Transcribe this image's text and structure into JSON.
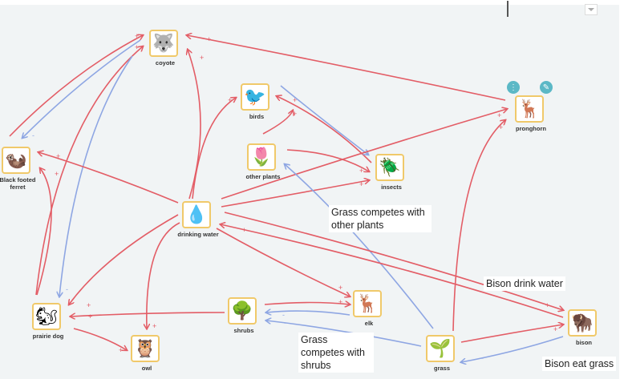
{
  "colors": {
    "positive_edge": "#e35d66",
    "negative_edge": "#8ea6e3",
    "node_border": "#f0c96a",
    "canvas_bg": "#f1f4f5",
    "tool_button": "#5bb8c6"
  },
  "nodes": [
    {
      "id": "coyote",
      "label": "coyote",
      "icon": "🐺"
    },
    {
      "id": "ferret",
      "label": "Black footed ferret",
      "icon": "🦦"
    },
    {
      "id": "birds",
      "label": "birds",
      "icon": "🐦"
    },
    {
      "id": "other_plants",
      "label": "other plants",
      "icon": "🌷"
    },
    {
      "id": "insects",
      "label": "insects",
      "icon": "🪲"
    },
    {
      "id": "pronghorn",
      "label": "pronghorn",
      "icon": "🦌"
    },
    {
      "id": "drinking_water",
      "label": "drinking water",
      "icon": "💧"
    },
    {
      "id": "prairie_dog",
      "label": "prairie dog",
      "icon": "🐿"
    },
    {
      "id": "owl",
      "label": "owl",
      "icon": "🦉"
    },
    {
      "id": "shrubs",
      "label": "shrubs",
      "icon": "🌳"
    },
    {
      "id": "elk",
      "label": "elk",
      "icon": "🦌"
    },
    {
      "id": "grass",
      "label": "grass",
      "icon": "🌱"
    },
    {
      "id": "bison",
      "label": "bison",
      "icon": "🦬"
    }
  ],
  "edges": [
    {
      "from": "ferret",
      "to": "coyote",
      "sign": "+"
    },
    {
      "from": "coyote",
      "to": "ferret",
      "sign": "-"
    },
    {
      "from": "prairie_dog",
      "to": "coyote",
      "sign": "+"
    },
    {
      "from": "coyote",
      "to": "prairie_dog",
      "sign": "-"
    },
    {
      "from": "pronghorn",
      "to": "coyote",
      "sign": "+"
    },
    {
      "from": "drinking_water",
      "to": "coyote",
      "sign": "+"
    },
    {
      "from": "drinking_water",
      "to": "ferret",
      "sign": "+"
    },
    {
      "from": "prairie_dog",
      "to": "ferret",
      "sign": "+"
    },
    {
      "from": "drinking_water",
      "to": "birds",
      "sign": "+"
    },
    {
      "from": "insects",
      "to": "birds",
      "sign": "+"
    },
    {
      "from": "other_plants",
      "to": "birds",
      "sign": "+"
    },
    {
      "from": "birds",
      "to": "insects",
      "sign": "-"
    },
    {
      "from": "other_plants",
      "to": "insects",
      "sign": "+"
    },
    {
      "from": "drinking_water",
      "to": "insects",
      "sign": "+"
    },
    {
      "from": "drinking_water",
      "to": "pronghorn",
      "sign": "+"
    },
    {
      "from": "grass",
      "to": "pronghorn",
      "sign": "+"
    },
    {
      "from": "grass",
      "to": "other_plants",
      "sign": "-"
    },
    {
      "from": "drinking_water",
      "to": "prairie_dog",
      "sign": "+"
    },
    {
      "from": "drinking_water",
      "to": "owl",
      "sign": "+"
    },
    {
      "from": "prairie_dog",
      "to": "owl",
      "sign": "+"
    },
    {
      "from": "shrubs",
      "to": "prairie_dog",
      "sign": "+"
    },
    {
      "from": "drinking_water",
      "to": "elk",
      "sign": "+"
    },
    {
      "from": "shrubs",
      "to": "elk",
      "sign": "+"
    },
    {
      "from": "elk",
      "to": "shrubs",
      "sign": "-"
    },
    {
      "from": "grass",
      "to": "shrubs",
      "sign": "-"
    },
    {
      "from": "drinking_water",
      "to": "bison",
      "sign": "+"
    },
    {
      "from": "bison",
      "to": "drinking_water",
      "sign": "+"
    },
    {
      "from": "grass",
      "to": "bison",
      "sign": "+"
    },
    {
      "from": "bison",
      "to": "grass",
      "sign": "-"
    }
  ],
  "notes": [
    {
      "id": "note-grass-other-plants",
      "text": "Grass competes with other plants"
    },
    {
      "id": "note-bison-water",
      "text": "Bison drink water"
    },
    {
      "id": "note-grass-shrubs",
      "text": "Grass competes with shrubs"
    },
    {
      "id": "note-bison-grass",
      "text": "Bison eat grass"
    }
  ],
  "toolbar": {
    "menu_icon": "⋮",
    "link_icon": "✎"
  }
}
